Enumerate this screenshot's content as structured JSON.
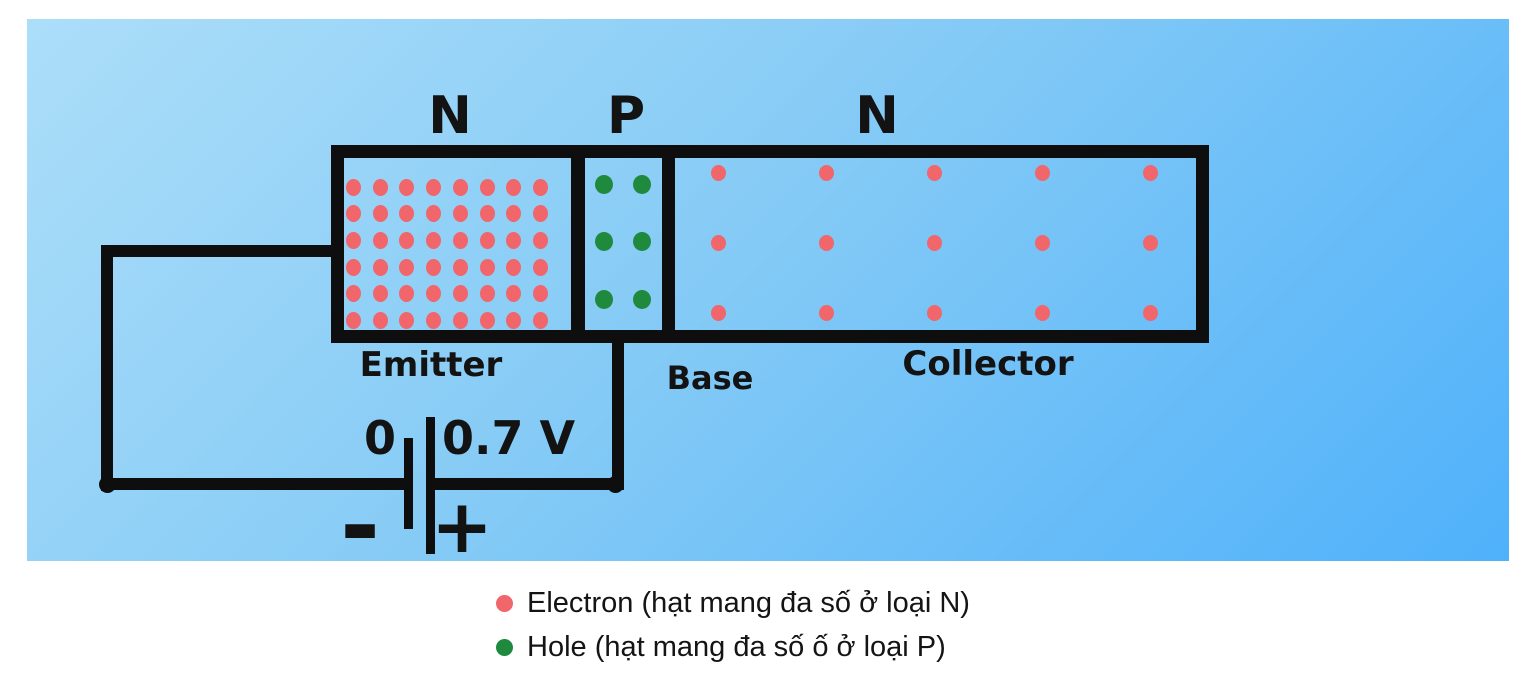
{
  "colors": {
    "background_top_left": "#ACDEF9",
    "background_bottom_right": "#4FB1FA",
    "outline": "#0E0E0E",
    "electron": "#F0666B",
    "hole": "#1F8A3E"
  },
  "diagram": {
    "type_labels": {
      "emitter": "N",
      "base": "P",
      "collector": "N"
    },
    "terminal_labels": {
      "emitter": "Emitter",
      "base": "Base",
      "collector": "Collector"
    },
    "battery": {
      "left_value": "0",
      "right_value": "0.7 V",
      "negative_sign": "-",
      "positive_sign": "+"
    },
    "regions": {
      "emitter": {
        "carrier": "electron",
        "color": "#F0666B",
        "rows": 6,
        "cols": 8,
        "dot_w": 15,
        "dot_h": 17
      },
      "base": {
        "carrier": "hole",
        "color": "#1F8A3E",
        "rows": 3,
        "cols": 2,
        "dot_w": 18,
        "dot_h": 19
      },
      "collector": {
        "carrier": "electron",
        "color": "#F0666B",
        "rows": 3,
        "cols": 5,
        "dot_w": 15,
        "dot_h": 16
      }
    }
  },
  "legend": {
    "items": [
      {
        "label": "Electron (hạt mang đa số ở loại N)",
        "color": "#F0666B"
      },
      {
        "label": "Hole (hạt mang đa số ố ở loại P)",
        "color": "#1F8A3E"
      }
    ]
  }
}
